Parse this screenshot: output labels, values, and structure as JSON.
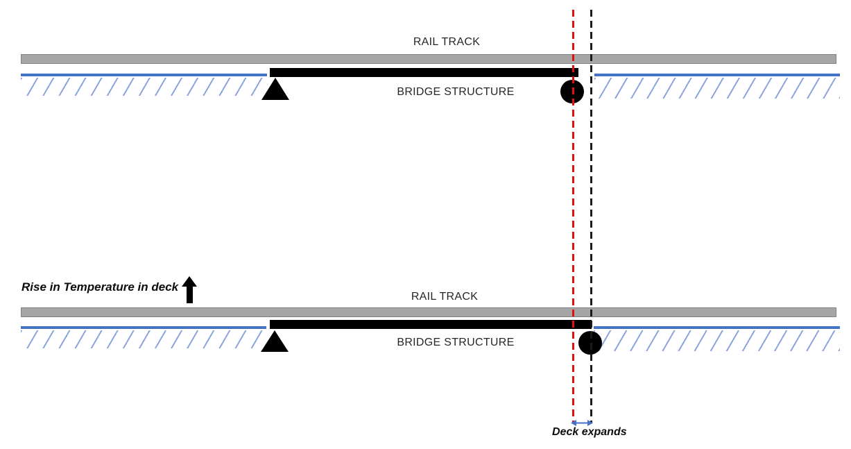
{
  "top_diagram": {
    "rail_track_label": "RAIL TRACK",
    "bridge_structure_label": "BRIDGE STRUCTURE"
  },
  "bottom_diagram": {
    "rail_track_label": "RAIL TRACK",
    "bridge_structure_label": "BRIDGE STRUCTURE",
    "temperature_rise_label": "Rise in Temperature in deck",
    "deck_expands_label": "Deck expands"
  },
  "colors": {
    "rail_track": "#a6a6a6",
    "rail_track_border": "#7f7f7f",
    "bridge_deck": "#000000",
    "ground_line": "#4472c4",
    "ground_hatch": "#8aa5dc",
    "original_position_dash": "#e01010",
    "expanded_position_dash": "#1a1a1a",
    "expansion_arrow": "#4472c4",
    "label_text": "#262626"
  }
}
